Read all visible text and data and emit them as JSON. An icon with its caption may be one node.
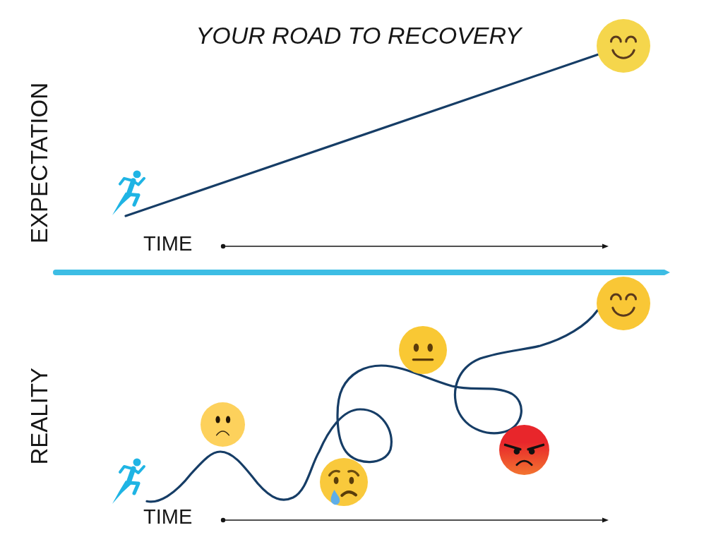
{
  "diagram": {
    "title": "YOUR ROAD TO RECOVERY",
    "nodes": [
      {
        "text": [],
        "shape": "person"
      },
      {
        "text": [],
        "shape": "picture"
      },
      {
        "text": [],
        "shape": "person"
      },
      {
        "text": [],
        "shape": "picture"
      }
    ],
    "edges": [
      {
        "from": 0,
        "to": 1,
        "arrow": "none"
      },
      {
        "from": 2,
        "to": 3,
        "arrow": "none"
      }
    ],
    "labels": [
      "EXPECTATION",
      "TIME",
      "REALITY",
      "TIME"
    ]
  }
}
